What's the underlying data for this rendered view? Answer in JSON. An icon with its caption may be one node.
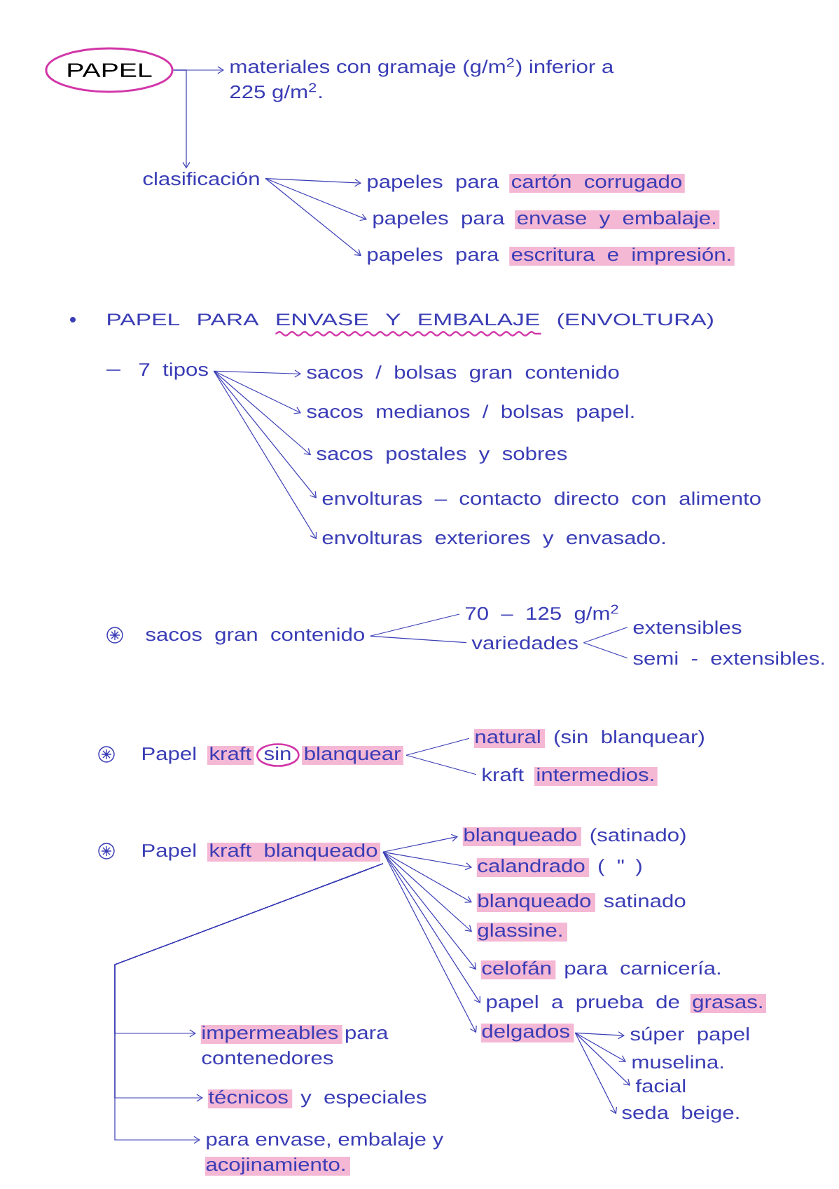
{
  "diagram": {
    "nodes": [
      {
        "text": [
          "PAPEL"
        ]
      },
      {
        "text": [
          "materiales con gramaje (g/m$^{2}$) inferior a 225 g/m$^{2}$."
        ]
      },
      {
        "text": [
          "clasificación"
        ]
      },
      {
        "text": [
          "papeles para cartón corrugado"
        ]
      },
      {
        "text": [
          "papeles para envase y embalaje."
        ]
      },
      {
        "text": [
          "papeles para escritura e impresión."
        ]
      },
      {
        "text": [
          "7 tipos"
        ]
      },
      {
        "text": [
          "sacos / bolsas gran contenido"
        ]
      },
      {
        "text": [
          "sacos medianos / bolsas papel."
        ]
      },
      {
        "text": [
          "sacos postales y sobres"
        ]
      },
      {
        "text": [
          "envolturas – contacto directo con alimento"
        ]
      },
      {
        "text": [
          "envolturas exteriores y envasado."
        ]
      },
      {
        "text": [
          "sacos gran contenido"
        ]
      },
      {
        "text": [
          "70 – 125 g/m$^{2}$"
        ]
      },
      {
        "text": [
          "variedades"
        ]
      },
      {
        "text": [
          "extensibles"
        ]
      },
      {
        "text": [
          "semi - extensibles."
        ]
      },
      {
        "text": [
          "Papel kraft sin blanquear"
        ]
      },
      {
        "text": [
          "natural (sin blanquear)"
        ]
      },
      {
        "text": [
          "kraft intermedios."
        ]
      },
      {
        "text": [
          "Papel kraft blanqueado"
        ]
      },
      {
        "text": [
          "blanqueado (satinado)"
        ]
      },
      {
        "text": [
          "calandrado ( \" )"
        ]
      },
      {
        "text": [
          "blanqueado satinado"
        ]
      },
      {
        "text": [
          "glassine."
        ]
      },
      {
        "text": [
          "celofán para carnicería."
        ]
      },
      {
        "text": [
          "papel a prueba de grasas."
        ]
      },
      {
        "text": [
          "delgados"
        ]
      },
      {
        "text": [
          "súper papel"
        ]
      },
      {
        "text": [
          "muselina."
        ]
      },
      {
        "text": [
          "facial"
        ]
      },
      {
        "text": [
          "seda beige."
        ]
      },
      {
        "text": [
          "impermeables para contenedores"
        ]
      },
      {
        "text": [
          "técnicos y especiales"
        ]
      },
      {
        "text": [
          "para envase, embalaje y acojinamiento."
        ]
      }
    ],
    "edges": [
      {
        "from": 0,
        "to": 1,
        "arrow": "to"
      },
      {
        "from": 0,
        "to": 2,
        "arrow": "to"
      },
      {
        "from": 2,
        "to": 3,
        "arrow": "to"
      },
      {
        "from": 2,
        "to": 4,
        "arrow": "to"
      },
      {
        "from": 2,
        "to": 5,
        "arrow": "to"
      },
      {
        "from": 6,
        "to": 7,
        "arrow": "to"
      },
      {
        "from": 6,
        "to": 8,
        "arrow": "to"
      },
      {
        "from": 6,
        "to": 9,
        "arrow": "to"
      },
      {
        "from": 6,
        "to": 10,
        "arrow": "to"
      },
      {
        "from": 6,
        "to": 11,
        "arrow": "to"
      },
      {
        "from": 12,
        "to": 13,
        "arrow": "none"
      },
      {
        "from": 12,
        "to": 14,
        "arrow": "none"
      },
      {
        "from": 14,
        "to": 15,
        "arrow": "none"
      },
      {
        "from": 14,
        "to": 16,
        "arrow": "none"
      },
      {
        "from": 17,
        "to": 18,
        "arrow": "none"
      },
      {
        "from": 17,
        "to": 19,
        "arrow": "none"
      },
      {
        "from": 20,
        "to": 21,
        "arrow": "to"
      },
      {
        "from": 20,
        "to": 22,
        "arrow": "to"
      },
      {
        "from": 20,
        "to": 23,
        "arrow": "to"
      },
      {
        "from": 20,
        "to": 24,
        "arrow": "to"
      },
      {
        "from": 20,
        "to": 25,
        "arrow": "to"
      },
      {
        "from": 20,
        "to": 26,
        "arrow": "to"
      },
      {
        "from": 20,
        "to": 27,
        "arrow": "to"
      },
      {
        "from": 20,
        "to": 32,
        "arrow": "to"
      },
      {
        "from": 20,
        "to": 33,
        "arrow": "to"
      },
      {
        "from": 20,
        "to": 34,
        "arrow": "to"
      },
      {
        "from": 27,
        "to": 28,
        "arrow": "to"
      },
      {
        "from": 27,
        "to": 29,
        "arrow": "to"
      },
      {
        "from": 27,
        "to": 30,
        "arrow": "to"
      },
      {
        "from": 27,
        "to": 31,
        "arrow": "to"
      }
    ],
    "labels": [
      "PAPEL PARA ENVASE Y EMBALAJE (ENVOLTURA)"
    ]
  }
}
